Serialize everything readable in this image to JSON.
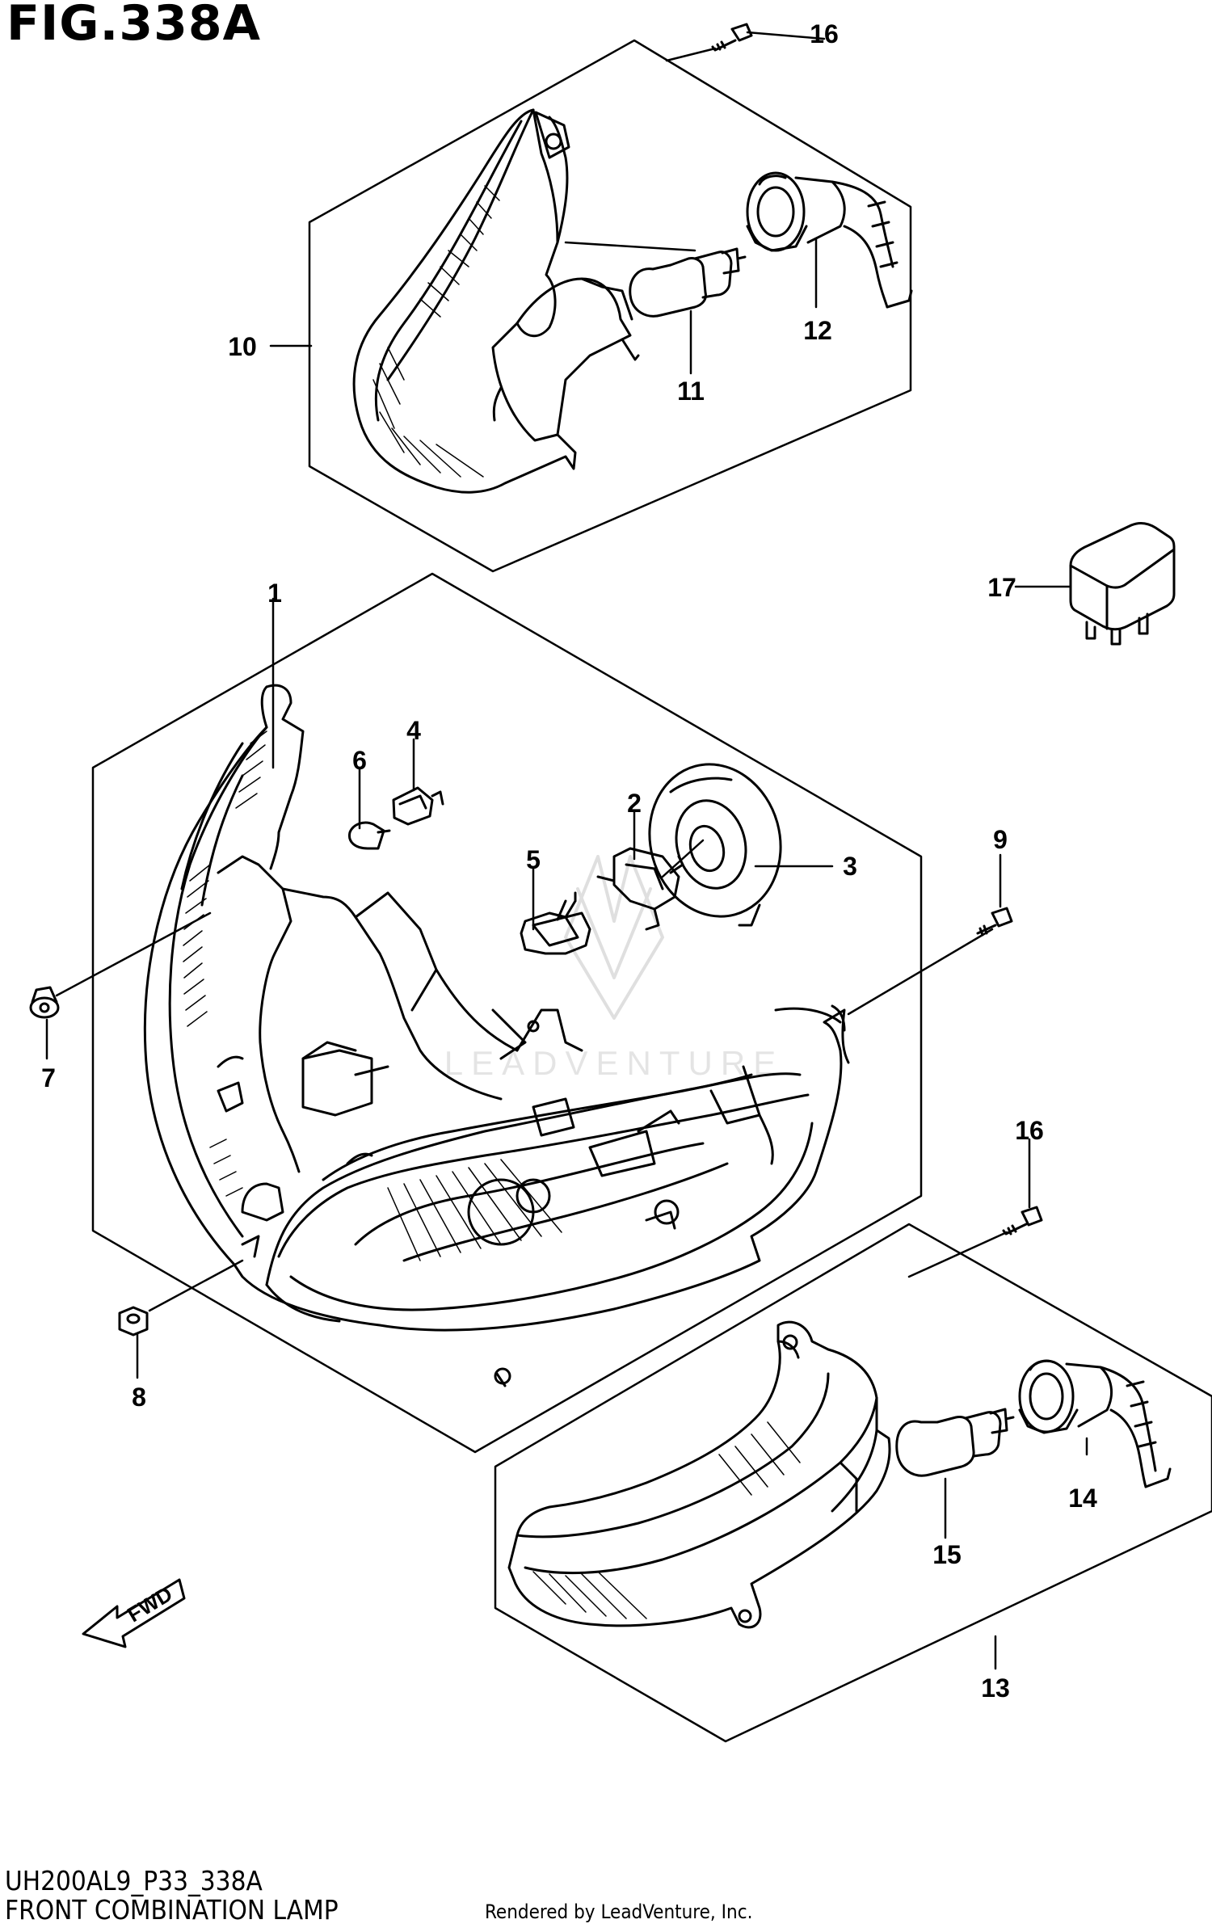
{
  "figure": {
    "title": "FIG.338A",
    "model_code": "UH200AL9_P33_338A",
    "name": "FRONT COMBINATION LAMP",
    "credit": "Rendered by LeadVenture, Inc.",
    "watermark": "LEADVENTURE",
    "fwd_label": "FWD"
  },
  "callouts": {
    "p1": "1",
    "p2": "2",
    "p3": "3",
    "p4": "4",
    "p5": "5",
    "p6": "6",
    "p7": "7",
    "p8": "8",
    "p9": "9",
    "p10": "10",
    "p11": "11",
    "p12": "12",
    "p13": "13",
    "p14": "14",
    "p15": "15",
    "p16a": "16",
    "p16b": "16",
    "p17": "17"
  }
}
